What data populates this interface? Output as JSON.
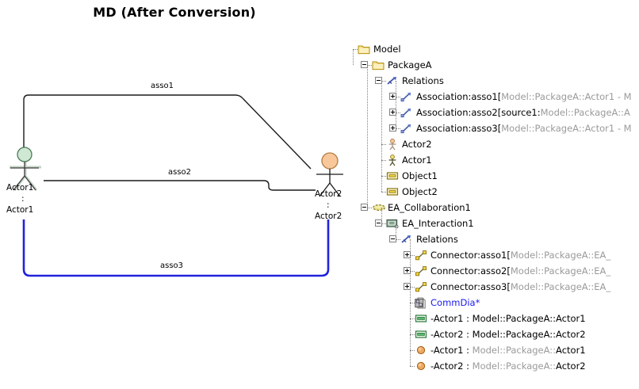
{
  "diagram": {
    "title": "MD (After Conversion)",
    "edges": [
      {
        "label": "asso1",
        "color": "#000000"
      },
      {
        "label": "asso2",
        "color": "#000000"
      },
      {
        "label": "asso3",
        "color": "#2222dd"
      }
    ],
    "lifelines": [
      {
        "name": "Actor1",
        "type": "Actor1",
        "head_color": "#cfe8d4",
        "side": "left"
      },
      {
        "name": "Actor2",
        "type": "Actor2",
        "head_color": "#f8c89b",
        "side": "right"
      }
    ],
    "separator": ":"
  },
  "tree": {
    "rows": [
      {
        "depth": 0,
        "icon": "folder-icon",
        "label": "Model",
        "dim": "",
        "expander": "none",
        "link": false
      },
      {
        "depth": 1,
        "icon": "folder-icon",
        "label": "PackageA",
        "dim": "",
        "expander": "minus",
        "link": false
      },
      {
        "depth": 2,
        "icon": "relations-icon",
        "label": "Relations",
        "dim": "",
        "expander": "minus",
        "link": false
      },
      {
        "depth": 3,
        "icon": "association-icon",
        "label": "Association:asso1[",
        "dim": "Model::PackageA::Actor1 - M",
        "expander": "plus",
        "link": false
      },
      {
        "depth": 3,
        "icon": "association-icon",
        "label": "Association:asso2[source1:",
        "dim": "Model::PackageA::A",
        "expander": "plus",
        "link": false,
        "tail": ""
      },
      {
        "depth": 3,
        "icon": "association-icon",
        "label": "Association:asso3[",
        "dim": "Model::PackageA::Actor1 - M",
        "expander": "plus",
        "link": false
      },
      {
        "depth": 2,
        "icon": "actor2-icon",
        "label": "Actor2",
        "dim": "",
        "expander": "none",
        "link": false
      },
      {
        "depth": 2,
        "icon": "actor1-icon",
        "label": "Actor1",
        "dim": "",
        "expander": "none",
        "link": false
      },
      {
        "depth": 2,
        "icon": "object-icon",
        "label": "Object1",
        "dim": "",
        "expander": "none",
        "link": false
      },
      {
        "depth": 2,
        "icon": "object-icon",
        "label": "Object2",
        "dim": "",
        "expander": "none",
        "link": false
      },
      {
        "depth": 1,
        "icon": "collaboration-icon",
        "label": "EA_Collaboration1",
        "dim": "",
        "expander": "minus",
        "link": false
      },
      {
        "depth": 2,
        "icon": "interaction-icon",
        "label": "EA_Interaction1",
        "dim": "",
        "expander": "minus",
        "link": false
      },
      {
        "depth": 3,
        "icon": "relations-icon",
        "label": "Relations",
        "dim": "",
        "expander": "minus",
        "link": false
      },
      {
        "depth": 4,
        "icon": "connector-icon",
        "label": "Connector:asso1[",
        "dim": "Model::PackageA::EA_",
        "expander": "plus",
        "link": false
      },
      {
        "depth": 4,
        "icon": "connector-icon",
        "label": "Connector:asso2[",
        "dim": "Model::PackageA::EA_",
        "expander": "plus",
        "link": false
      },
      {
        "depth": 4,
        "icon": "connector-icon",
        "label": "Connector:asso3[",
        "dim": "Model::PackageA::EA_",
        "expander": "plus",
        "link": false
      },
      {
        "depth": 4,
        "icon": "diagram-icon",
        "label": "CommDia*",
        "dim": "",
        "expander": "none",
        "link": true
      },
      {
        "depth": 4,
        "icon": "lifeline-icon",
        "label": "-Actor1 : Model::PackageA::Actor1",
        "dim": "",
        "expander": "none",
        "link": false
      },
      {
        "depth": 4,
        "icon": "lifeline-icon",
        "label": "-Actor2 : Model::PackageA::Actor2",
        "dim": "",
        "expander": "none",
        "link": false
      },
      {
        "depth": 4,
        "icon": "instance-icon",
        "label": "-Actor1 : ",
        "dim": "Model::PackageA::",
        "tail": "Actor1",
        "expander": "none",
        "link": false
      },
      {
        "depth": 4,
        "icon": "instance-icon",
        "label": "-Actor2 : ",
        "dim": "Model::PackageA::",
        "tail": "Actor2",
        "expander": "none",
        "link": false
      }
    ]
  },
  "colors": {
    "folder": "#f5e07a",
    "link": "#1a1aee",
    "dim_text": "#9a9a9a",
    "asso3_line": "#2222dd",
    "actor1_head": "#cfe8d4",
    "actor2_head": "#f8c89b"
  }
}
